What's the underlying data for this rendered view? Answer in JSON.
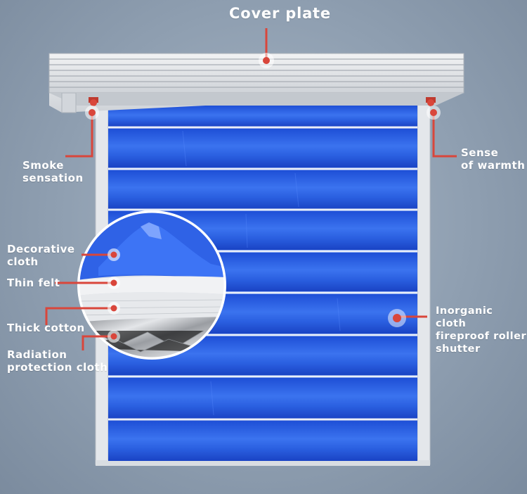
{
  "labels": {
    "cover_plate": "Cover plate",
    "smoke_sensation": "Smoke\nsensation",
    "sense_of_warmth": "Sense\nof warmth",
    "decorative_cloth": "Decorative\ncloth",
    "thin_felt": "Thin felt",
    "thick_cotton": "Thick cotton",
    "radiation_protection_cloth": "Radiation\nprotection cloth",
    "inorganic_cloth_shutter": "Inorganic cloth\nfireproof roller\nshutter"
  },
  "colors": {
    "callout": "#d9463b",
    "shutter_blue": "#2a5fe0",
    "frame": "#dfe3e8",
    "label": "#ffffff"
  },
  "icons": {
    "marker": "callout-dot-icon",
    "sensor": "sensor-icon"
  }
}
